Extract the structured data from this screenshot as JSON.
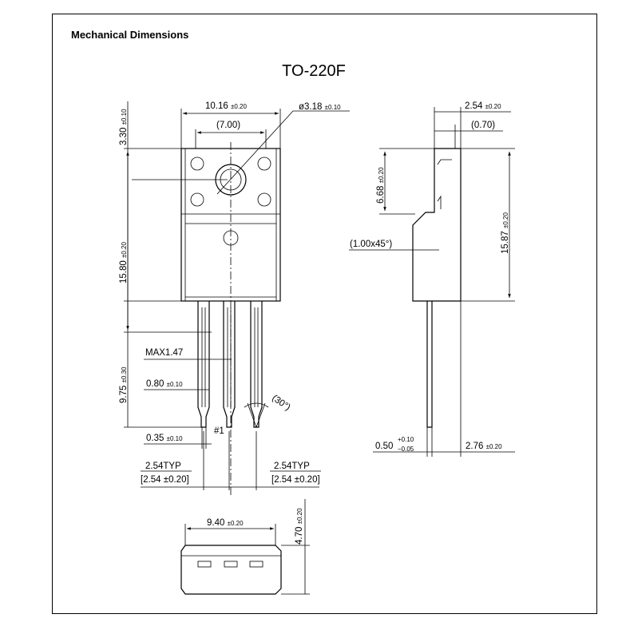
{
  "heading": "Mechanical Dimensions",
  "package": "TO-220F",
  "dims": {
    "width_main": "10.16",
    "width_tol": "±0.20",
    "hole_diam": "ø3.18",
    "hole_tol": "±0.10",
    "inner_width": "(7.00)",
    "top_height": "3.30",
    "top_height_tol": "±0.10",
    "body_height": "15.80",
    "body_height_tol": "±0.20",
    "lead_length": "9.75",
    "lead_length_tol": "±0.30",
    "max_lead": "MAX1.47",
    "lead_width": "0.80",
    "lead_width_tol": "±0.10",
    "lead_thickness_tip": "0.35",
    "lead_thickness_tip_tol": "±0.10",
    "pin1": "#1",
    "angle": "(30°)",
    "pitch_left": "2.54TYP",
    "pitch_left_box": "[2.54 ±0.20]",
    "pitch_right": "2.54TYP",
    "pitch_right_box": "[2.54 ±0.20]",
    "side_thickness": "2.54",
    "side_thickness_tol": "±0.20",
    "side_tab": "(0.70)",
    "side_top_height": "6.68",
    "side_top_height_tol": "±0.20",
    "side_body_height": "15.87",
    "side_body_height_tol": "±0.20",
    "chamfer": "(1.00x45°)",
    "lead_thick": "0.50",
    "lead_thick_plus": "+0.10",
    "lead_thick_minus": "−0.05",
    "side_offset": "2.76",
    "side_offset_tol": "±0.20",
    "bottom_width": "9.40",
    "bottom_width_tol": "±0.20",
    "bottom_height": "4.70",
    "bottom_height_tol": "±0.20"
  }
}
